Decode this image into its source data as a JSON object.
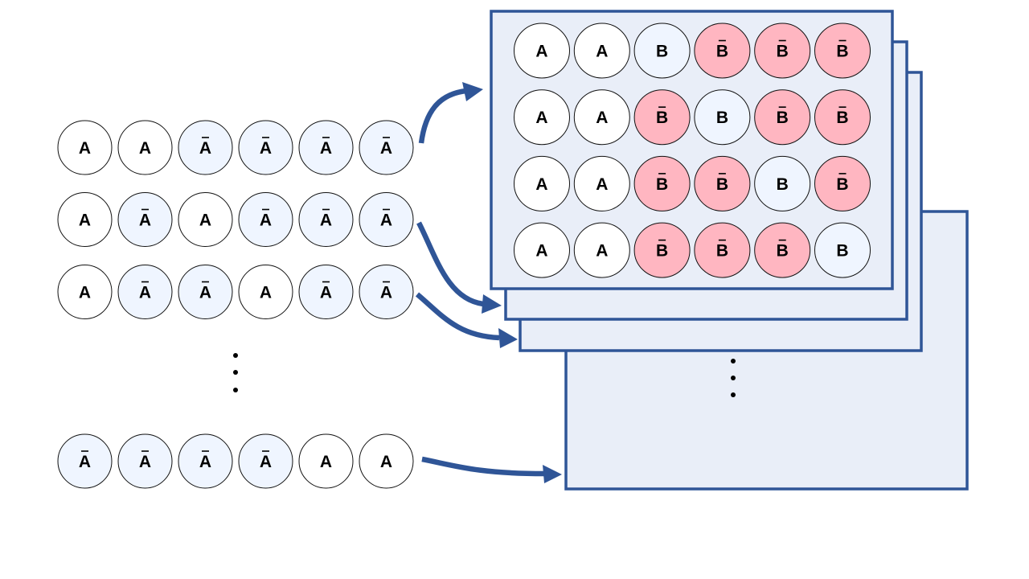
{
  "diagram": {
    "input_sequences": [
      [
        "A",
        "A",
        "Ā",
        "Ā",
        "Ā",
        "Ā"
      ],
      [
        "A",
        "Ā",
        "A",
        "Ā",
        "Ā",
        "Ā"
      ],
      [
        "A",
        "Ā",
        "Ā",
        "A",
        "Ā",
        "Ā"
      ],
      [
        "Ā",
        "Ā",
        "Ā",
        "Ā",
        "A",
        "A"
      ]
    ],
    "input_ellipsis_between_rows": [
      2,
      3
    ],
    "front_panel_grid": [
      [
        "A",
        "A",
        "B",
        "B̄",
        "B̄",
        "B̄"
      ],
      [
        "A",
        "A",
        "B̄",
        "B",
        "B̄",
        "B̄"
      ],
      [
        "A",
        "A",
        "B̄",
        "B̄",
        "B",
        "B̄"
      ],
      [
        "A",
        "A",
        "B̄",
        "B̄",
        "B̄",
        "B"
      ]
    ],
    "stacked_panel_count": 4,
    "arrows": [
      {
        "from_row": 0,
        "to_panel": 1
      },
      {
        "from_row": 1,
        "to_panel": 2
      },
      {
        "from_row": 2,
        "to_panel": 3
      },
      {
        "from_row": 3,
        "to_panel": 4
      }
    ],
    "colors": {
      "node_fills": {
        "A": "#FFFFFF",
        "Ā": "#EFF5FF",
        "B": "#EFF5FF",
        "B̄": "#FFB6C1"
      },
      "panel_fill": "#E9EEF8",
      "panel_border": "#2F5597",
      "arrow": "#2F5597"
    }
  }
}
